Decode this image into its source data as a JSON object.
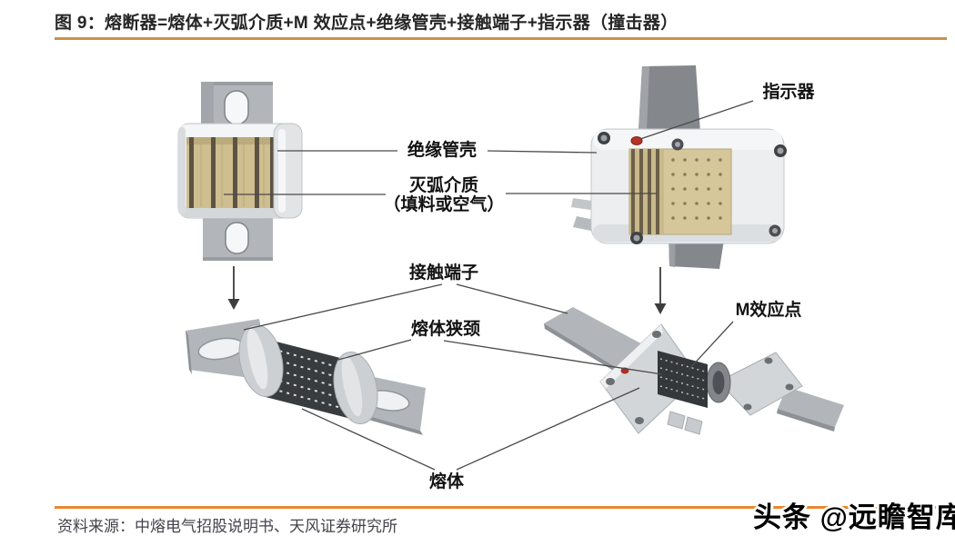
{
  "figure": {
    "number_title": "图 9：熔断器=熔体+灭弧介质+M 效应点+绝缘管壳+接触端子+指示器（撞击器）",
    "source": "资料来源：中熔电气招股说明书、天风证券研究所",
    "watermark": "头条 @远瞻智库"
  },
  "labels": {
    "indicator": "指示器",
    "insulating_shell": "绝缘管壳",
    "arc_medium_line1": "灭弧介质",
    "arc_medium_line2": "（填料或空气）",
    "contact_terminal": "接触端子",
    "element_neck": "熔体狭颈",
    "m_effect_point": "M效应点",
    "fuse_element": "熔体"
  },
  "colors": {
    "title_rule": "#c8914b",
    "footer_rule": "#e8872e",
    "title_text": "#262626",
    "source_text": "#43434b",
    "connector_line": "#4a4a4a",
    "indicator_dot": "#b93226",
    "fuse_filler_tan": "#cfbe8f"
  }
}
